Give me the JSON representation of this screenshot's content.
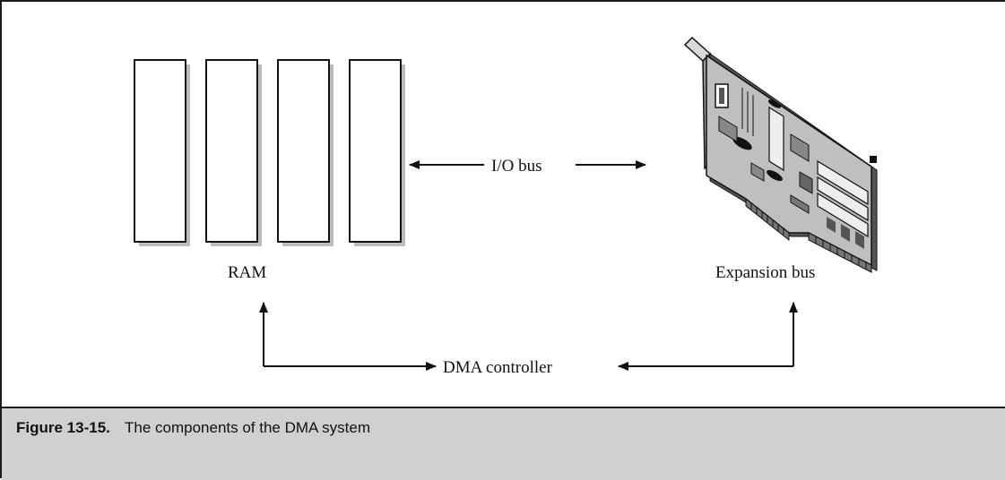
{
  "diagram": {
    "io_bus_label": "I/O bus",
    "ram_label": "RAM",
    "expansion_bus_label": "Expansion bus",
    "dma_controller_label": "DMA controller"
  },
  "caption": {
    "figure_number": "Figure 13-15.",
    "text": "The components of the DMA system"
  }
}
